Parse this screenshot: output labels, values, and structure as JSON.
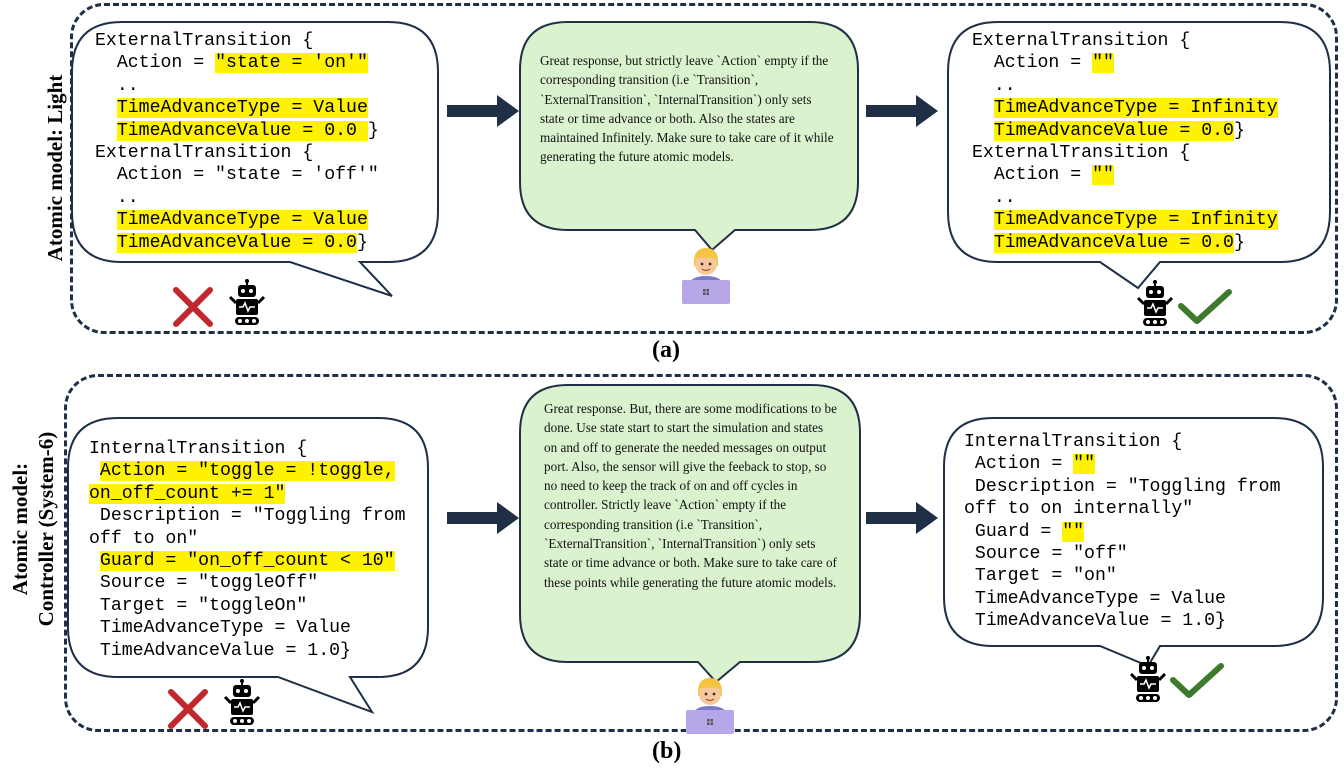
{
  "panel_a": {
    "side_label": "Atomic model: Light",
    "caption": "(a)",
    "before_code": [
      [
        {
          "t": "ExternalTransition {"
        }
      ],
      [
        {
          "t": "  Action = "
        },
        {
          "t": "\"state = 'on'\"",
          "hl": true
        }
      ],
      [
        {
          "t": "  .."
        }
      ],
      [
        {
          "t": "TimeAdvanceType = Value",
          "hl": true,
          "ind": "  "
        }
      ],
      [
        {
          "t": "TimeAdvanceValue = 0.0 ",
          "hl": true,
          "ind": "  "
        },
        {
          "t": "}"
        }
      ],
      [
        {
          "t": "ExternalTransition {"
        }
      ],
      [
        {
          "t": "  Action = \"state = 'off'\""
        }
      ],
      [
        {
          "t": "  .."
        }
      ],
      [
        {
          "t": "TimeAdvanceType = Value",
          "hl": true,
          "ind": "  "
        }
      ],
      [
        {
          "t": "TimeAdvanceValue = 0.0",
          "hl": true,
          "ind": "  "
        },
        {
          "t": "}"
        }
      ]
    ],
    "feedback": "Great response, but strictly leave `Action` empty if the corresponding transition (i.e `Transition`, `ExternalTransition`, `InternalTransition`) only sets state or time advance or both. Also the states are maintained Infinitely. Make sure to take care of it while generating the future atomic models.",
    "after_code": [
      [
        {
          "t": "ExternalTransition {"
        }
      ],
      [
        {
          "t": "  Action = "
        },
        {
          "t": "\"\"",
          "hl": true
        }
      ],
      [
        {
          "t": "  .."
        }
      ],
      [
        {
          "t": "TimeAdvanceType = Infinity",
          "hl": true,
          "ind": "  "
        }
      ],
      [
        {
          "t": "TimeAdvanceValue = 0.0",
          "hl": true,
          "ind": "  "
        },
        {
          "t": "}"
        }
      ],
      [
        {
          "t": "ExternalTransition {"
        }
      ],
      [
        {
          "t": "  Action = "
        },
        {
          "t": "\"\"",
          "hl": true
        }
      ],
      [
        {
          "t": "  .."
        }
      ],
      [
        {
          "t": "TimeAdvanceType = Infinity",
          "hl": true,
          "ind": "  "
        }
      ],
      [
        {
          "t": "TimeAdvanceValue = 0.0",
          "hl": true,
          "ind": "  "
        },
        {
          "t": "}"
        }
      ]
    ]
  },
  "panel_b": {
    "side_label_line1": "Atomic model:",
    "side_label_line2": "Controller (System-6)",
    "caption": "(b)",
    "before_code": [
      [
        {
          "t": "InternalTransition {"
        }
      ],
      [
        {
          "t": "Action = \"toggle = !toggle,",
          "hl": true,
          "ind": " "
        }
      ],
      [
        {
          "t": "on_off_count += 1\"",
          "hl": true
        }
      ],
      [
        {
          "t": " Description = \"Toggling from"
        }
      ],
      [
        {
          "t": "off to on\""
        }
      ],
      [
        {
          "t": "Guard = \"on_off_count < 10\"",
          "hl": true,
          "ind": " "
        }
      ],
      [
        {
          "t": " Source = \"toggleOff\""
        }
      ],
      [
        {
          "t": " Target = \"toggleOn\""
        }
      ],
      [
        {
          "t": " TimeAdvanceType = Value"
        }
      ],
      [
        {
          "t": " TimeAdvanceValue = 1.0}"
        }
      ]
    ],
    "feedback": "Great response. But, there are some modifications to be done. Use state start to start the simulation and states on and off to generate the needed messages on output port. Also, the sensor will give the feeback to stop, so no need to keep the track of on and off cycles in controller. Strictly leave `Action` empty if the corresponding transition (i.e `Transition`, `ExternalTransition`, `InternalTransition`) only sets state or time advance or both. Make sure to take care of these points while generating the future atomic models.",
    "after_code": [
      [
        {
          "t": "InternalTransition {"
        }
      ],
      [
        {
          "t": " Action = "
        },
        {
          "t": "\"\"",
          "hl": true
        }
      ],
      [
        {
          "t": " Description = \"Toggling from"
        }
      ],
      [
        {
          "t": "off to on internally\""
        }
      ],
      [
        {
          "t": " Guard = "
        },
        {
          "t": "\"\"",
          "hl": true
        }
      ],
      [
        {
          "t": " Source = \"off\""
        }
      ],
      [
        {
          "t": " Target = \"on\""
        }
      ],
      [
        {
          "t": " TimeAdvanceType = Value"
        }
      ],
      [
        {
          "t": " TimeAdvanceValue = 1.0}"
        }
      ]
    ]
  },
  "colors": {
    "highlight": "#fff200",
    "feedback_fill": "#dbf2cf",
    "arrow": "#1f2f45",
    "cross": "#c1272d",
    "check": "#3d7a2c",
    "panel_border": "#1f2f45"
  },
  "icons": [
    "robot-icon",
    "cross-icon",
    "check-icon",
    "user-laptop-icon",
    "right-arrow-icon"
  ]
}
